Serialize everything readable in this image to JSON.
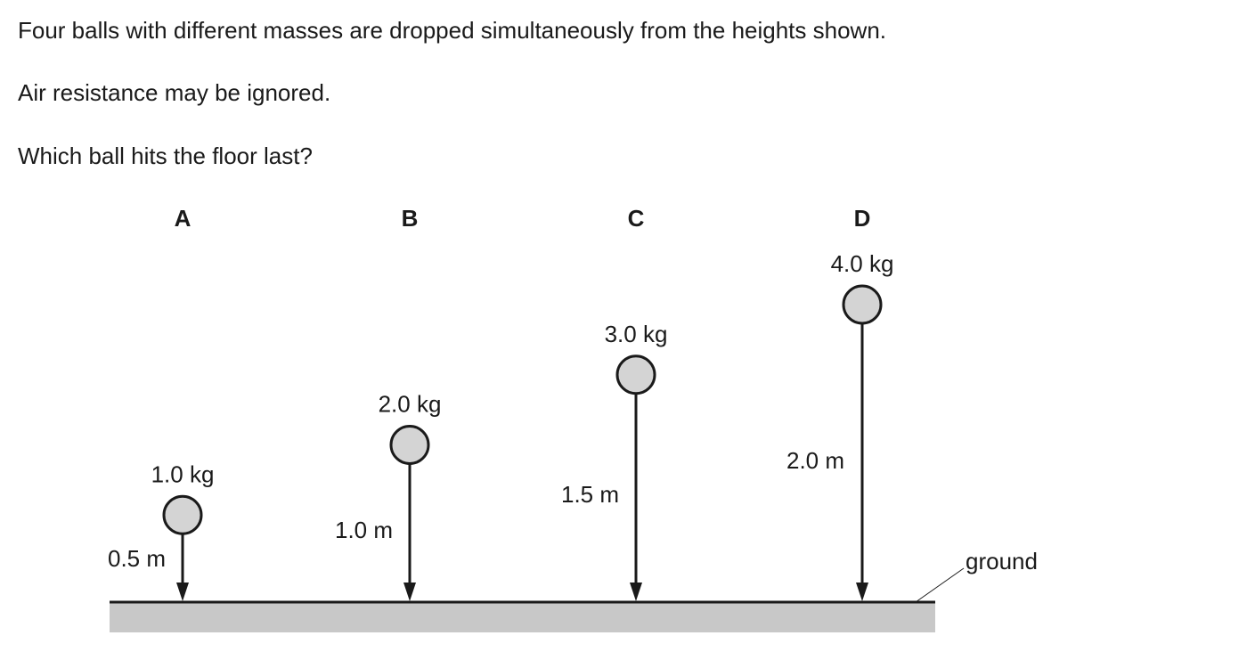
{
  "question": {
    "line1": "Four balls with different masses are dropped simultaneously from the heights shown.",
    "line2": "Air resistance may be ignored.",
    "line3": "Which ball hits the floor last?"
  },
  "diagram": {
    "ground_label": "ground",
    "balls": [
      {
        "letter": "A",
        "mass": "1.0 kg",
        "height_label": "0.5 m",
        "height_m": 0.5
      },
      {
        "letter": "B",
        "mass": "2.0 kg",
        "height_label": "1.0 m",
        "height_m": 1.0
      },
      {
        "letter": "C",
        "mass": "3.0 kg",
        "height_label": "1.5 m",
        "height_m": 1.5
      },
      {
        "letter": "D",
        "mass": "4.0 kg",
        "height_label": "2.0 m",
        "height_m": 2.0
      }
    ],
    "colors": {
      "ground_fill": "#c8c8c8",
      "ball_fill": "#d4d4d4",
      "line": "#1a1a1a"
    }
  }
}
